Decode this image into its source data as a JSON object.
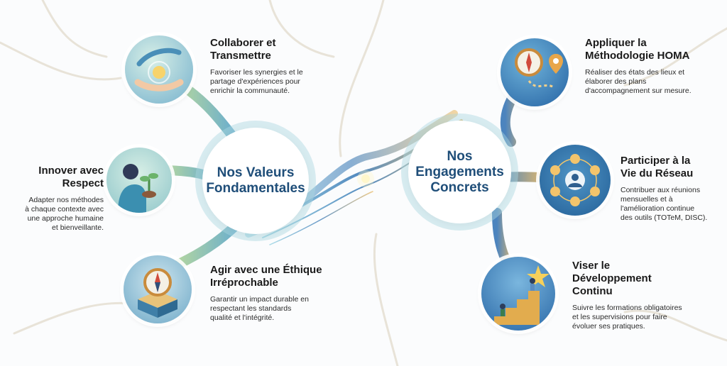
{
  "left_hub": {
    "title": "Nos Valeurs\nFondamentales"
  },
  "right_hub": {
    "title": "Nos\nEngagements\nConcrets"
  },
  "values": [
    {
      "title": "Collaborer et\nTransmettre",
      "text": "Favoriser les synergies et le\npartage d'expériences pour\nenrichir la communauté.",
      "icon": "hands-sphere-icon"
    },
    {
      "title": "Innover avec\nRespect",
      "text": "Adapter nos méthodes\nà chaque contexte avec\nune approche humaine\net bienveillante.",
      "icon": "person-plant-icon"
    },
    {
      "title": "Agir avec une Éthique\nIrréprochable",
      "text": "Garantir un impact durable en\nrespectant les standards\nqualité et l'intégrité.",
      "icon": "compass-cube-icon"
    }
  ],
  "engagements": [
    {
      "title": "Appliquer la\nMéthodologie HOMA",
      "text": "Réaliser des états des lieux et\nélaborer des plans\nd'accompagnement sur mesure.",
      "icon": "compass-map-icon"
    },
    {
      "title": "Participer à la\nVie du Réseau",
      "text": "Contribuer aux réunions\nmensuelles et à\nl'amélioration continue\ndes outils (TOTeM, DISC).",
      "icon": "network-people-icon"
    },
    {
      "title": "Viser le\nDéveloppement\nContinu",
      "text": "Suivre les formations obligatoires\net les supervisions pour faire\névoluer ses pratiques.",
      "icon": "stairs-star-icon"
    }
  ],
  "colors": {
    "navy": "#1f4e79",
    "teal": "#6fb8c9",
    "gold": "#e7b55c",
    "green": "#8cc9a6"
  }
}
